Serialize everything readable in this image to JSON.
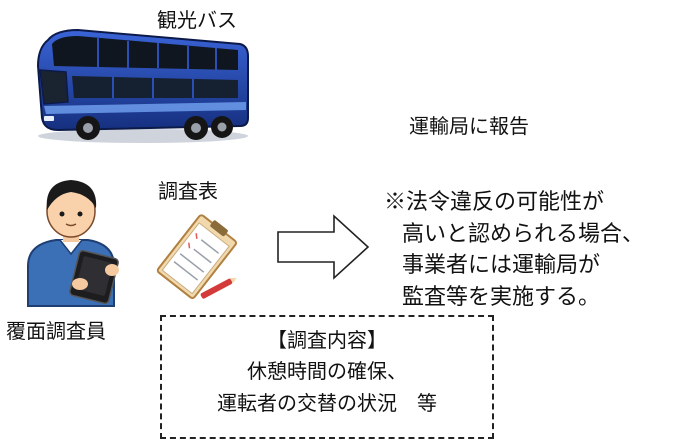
{
  "labels": {
    "bus": "観光バス",
    "survey_sheet": "調査表",
    "inspector": "覆面調査員",
    "report": "運輸局に報告"
  },
  "note": {
    "lines": [
      "※法令違反の可能性が",
      "高いと認められる場合、",
      "事業者には運輸局が",
      "監査等を実施する。"
    ]
  },
  "survey_box": {
    "title": "【調査内容】",
    "line1": "休憩時間の確保、",
    "line2": "運転者の交替の状況　等"
  },
  "colors": {
    "bus_body": "#1d3fa8",
    "bus_accent": "#4a86e8",
    "window": "#101822",
    "inspector_shirt": "#3b6fb6",
    "clipboard": "#c89a58"
  },
  "icons": [
    "double-decker-bus-icon",
    "clipboard-icon",
    "inspector-person-icon",
    "right-arrow-icon"
  ]
}
